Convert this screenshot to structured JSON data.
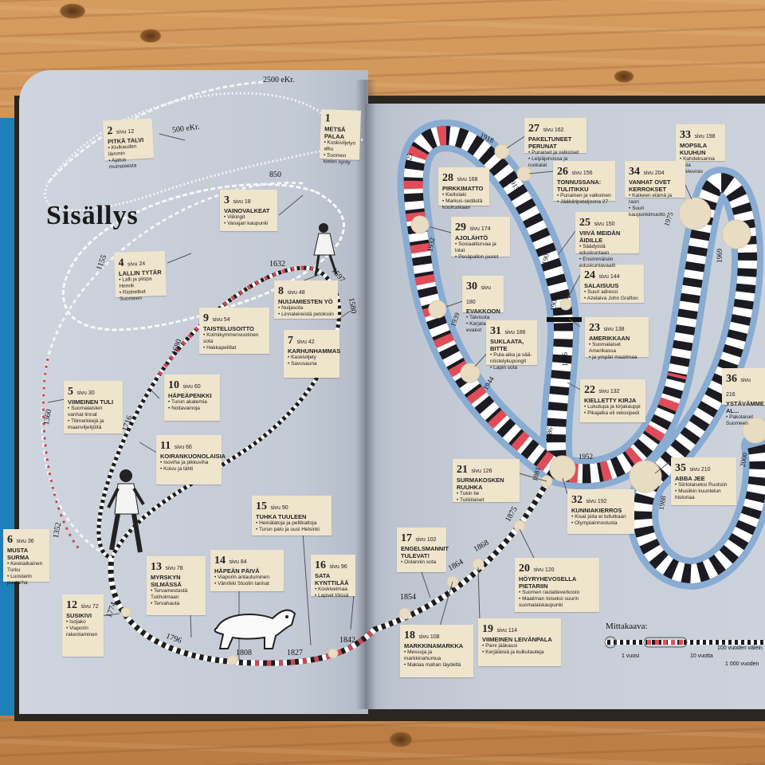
{
  "title": "Sisällys",
  "scale": {
    "heading": "Mittakaava:",
    "one_year": "1 vuosi",
    "ten_years": "10 vuotta",
    "hundred_years": "100 vuoden välein",
    "thousand_years": "1 000 vuoden"
  },
  "chapters": {
    "c1": {
      "num": "1",
      "page": "",
      "head": "Metsä palaa",
      "items": [
        "Kaskiviljelyn alku",
        "Suomen kielen synty"
      ]
    },
    "c2": {
      "num": "2",
      "page": "sivu 12",
      "head": "Pitkä talvi",
      "items": [
        "Kivikauden lämmin",
        "Ajatus muinaisesta"
      ]
    },
    "c3": {
      "num": "3",
      "page": "sivu 18",
      "head": "Vainovalkeat",
      "items": [
        "Viikingit",
        "Vanajan kaupunki"
      ]
    },
    "c4": {
      "num": "4",
      "page": "sivu 24",
      "head": "Lallin tytär",
      "items": [
        "Lalli ja piispa Henrik",
        "Ristiretket Suomeen"
      ]
    },
    "c5": {
      "num": "5",
      "page": "sivu 30",
      "head": "Viimeinen tuli",
      "items": [
        "Suomalaisten vanhat linnat",
        "Tilimerkkejä ja maanviljelijöitä"
      ]
    },
    "c6": {
      "num": "6",
      "page": "sivu 36",
      "head": "Musta surma",
      "items": [
        "Keskiaikainen Turku",
        "Luostarin puutarha"
      ]
    },
    "c7": {
      "num": "7",
      "page": "sivu 42",
      "head": "Karhunhammas",
      "items": [
        "Kaskiviljely",
        "Savusauna"
      ]
    },
    "c8": {
      "num": "8",
      "page": "sivu 48",
      "head": "Nuijamiesten yö",
      "items": [
        "Nuijasota",
        "Linnaleireistä petoksiin"
      ]
    },
    "c9": {
      "num": "9",
      "page": "sivu 54",
      "head": "Taistelusoitto",
      "items": [
        "Kolmikymmenvuotinen sota",
        "Hakkapeliitat"
      ]
    },
    "c10": {
      "num": "10",
      "page": "sivu 60",
      "head": "Häpeäpenkki",
      "items": [
        "Turun akatemia",
        "Noitavainoja"
      ]
    },
    "c11": {
      "num": "11",
      "page": "sivu 66",
      "head": "Koirankuonolaisia",
      "items": [
        "Isoviha ja pikkuviha",
        "Koivu ja tähti"
      ]
    },
    "c12": {
      "num": "12",
      "page": "sivu 72",
      "head": "Susikivi",
      "items": [
        "Isojako",
        "Viaporin rakentaminen"
      ]
    },
    "c13": {
      "num": "13",
      "page": "sivu 78",
      "head": "Myrskyn silmässä",
      "items": [
        "Tervamestastä Tukholmaan",
        "Tervahauta"
      ]
    },
    "c14": {
      "num": "14",
      "page": "sivu 84",
      "head": "Häpeän päivä",
      "items": [
        "Viaporin antautuminen",
        "Vänrikki Stoolin tarinat"
      ]
    },
    "c15": {
      "num": "15",
      "page": "sivu 90",
      "head": "Tuhka tuuleen",
      "items": [
        "Heinälatoja ja peltikattoja",
        "Turun palo ja uusi Helsinki"
      ]
    },
    "c16": {
      "num": "16",
      "page": "sivu 96",
      "head": "Sata kynttilää",
      "items": [
        "Koskiveimaa",
        "Lapset töissä"
      ]
    },
    "c17": {
      "num": "17",
      "page": "sivu 102",
      "head": "Engelsmannit tulevat!",
      "items": [
        "Oolannin sota"
      ]
    },
    "c18": {
      "num": "18",
      "page": "sivu 108",
      "head": "Markkinamarkka",
      "items": [
        "Messuja ja markkinahumua",
        "Maklaa mahan täydeltä"
      ]
    },
    "c19": {
      "num": "19",
      "page": "sivu 114",
      "head": "Viimeinen leivänpala",
      "items": [
        "Pieni jääkausi",
        "Kerjäläisiä ja kulkutauteja"
      ]
    },
    "c20": {
      "num": "20",
      "page": "sivu 120",
      "head": "Höyryhevosella Pietariin",
      "items": [
        "Suomen rautatieverkosto",
        "Maailman toiseksi suurin suomalaiskaupunki"
      ]
    },
    "c21": {
      "num": "21",
      "page": "sivu 126",
      "head": "Surmakosken ruuhka",
      "items": [
        "Tukin tie",
        "Tukkilaiset"
      ]
    },
    "c22": {
      "num": "22",
      "page": "sivu 132",
      "head": "Kielletty kirja",
      "items": [
        "Lukutupa ja kirjakauppi",
        "Pikajalka eli velosipedi"
      ]
    },
    "c23": {
      "num": "23",
      "page": "sivu 138",
      "head": "Amerikkaan",
      "items": [
        "Suomalaiset Amerikassa",
        "ja ympäri maailmaa"
      ]
    },
    "c24": {
      "num": "24",
      "page": "sivu 144",
      "head": "Salaisuus",
      "items": [
        "Suuri adressi",
        "Azelaiva John Grafton"
      ]
    },
    "c25": {
      "num": "25",
      "page": "sivu 150",
      "head": "Viivä meidän äidille",
      "items": [
        "Säädyistä eduskuntaan",
        "Ensimmäisiin eduskuntavaalit"
      ]
    },
    "c26": {
      "num": "26",
      "page": "sivu 156",
      "head": "Tonnussana: tulitikku",
      "items": [
        "Punainen ja valkoinen",
        "Jääkäripataljoona 27"
      ]
    },
    "c27": {
      "num": "27",
      "page": "sivu 162",
      "head": "Pakeltuneet perunat",
      "items": [
        "Punaiset ja valkoiset",
        "Leipäjonossa ja ruokalat"
      ]
    },
    "c28": {
      "num": "28",
      "page": "sivu 168",
      "head": "Pirkkimatto",
      "items": [
        "Kieltolaki",
        "Markus-sedästä koulruokaan"
      ]
    },
    "c29": {
      "num": "29",
      "page": "sivu 174",
      "head": "Ajolähtö",
      "items": [
        "Sosiaaliturvaa ja lotat",
        "Pesäpallon juuret"
      ]
    },
    "c30": {
      "num": "30",
      "page": "sivu 180",
      "head": "Evakkoon",
      "items": [
        "Talvisota",
        "Karjalan evakot"
      ]
    },
    "c31": {
      "num": "31",
      "page": "sivu 186",
      "head": "Suklaata, Bitte",
      "items": [
        "Pula-aika ja sää-nöstelykupongit",
        "Lapin sota"
      ]
    },
    "c32": {
      "num": "32",
      "page": "sivu 192",
      "head": "Kunniakierros",
      "items": [
        "Kisat joita ei tullutkaan",
        "Olympiainnostusta"
      ]
    },
    "c33": {
      "num": "33",
      "page": "sivu 198",
      "head": "Mopsila kuuhun",
      "items": [
        "Kahdeksanna lasta",
        "Televisio"
      ]
    },
    "c34": {
      "num": "34",
      "page": "sivu 204",
      "head": "Vanhat ovet kerrokset",
      "items": [
        "Kaikeen elämä ja raon",
        "Suuri kaupunkimuutto"
      ]
    },
    "c35": {
      "num": "35",
      "page": "sivu 210",
      "head": "Abba jee",
      "items": [
        "Siirtolaiseksi Ruotsiin",
        "Musiikin kuuntelun historiaa"
      ]
    },
    "c36": {
      "num": "36",
      "page": "sivu 216",
      "head": "Ystävämme al...",
      "items": [
        "Pakolaiset Suomeen"
      ]
    }
  },
  "years": {
    "y2500": "2500 eKr.",
    "y500": "500 eKr.",
    "y850": "850",
    "y1155": "1155",
    "y1360": "1360",
    "y1352": "1352",
    "y1632": "1632",
    "y1597": "1597",
    "y1580": "1580",
    "y1680": "1680",
    "y1716": "1716",
    "y1774": "1774",
    "y1796": "1796",
    "y1808": "1808",
    "y1827": "1827",
    "y1842": "1842",
    "y1854": "1854",
    "y1864": "1864",
    "y1868": "1868",
    "y1875": "1875",
    "y1881": "1881",
    "y1886": "1886",
    "y1896": "1896",
    "y1902": "1902",
    "y1907": "1907",
    "y1915": "1915",
    "y1918": "1918",
    "y1925": "1925",
    "y1932": "1932",
    "y1939": "1939",
    "y1944": "1944",
    "y1952": "1952",
    "y1969": "1969",
    "y1975": "1975",
    "y1988": "1988",
    "y2000": "2000"
  }
}
